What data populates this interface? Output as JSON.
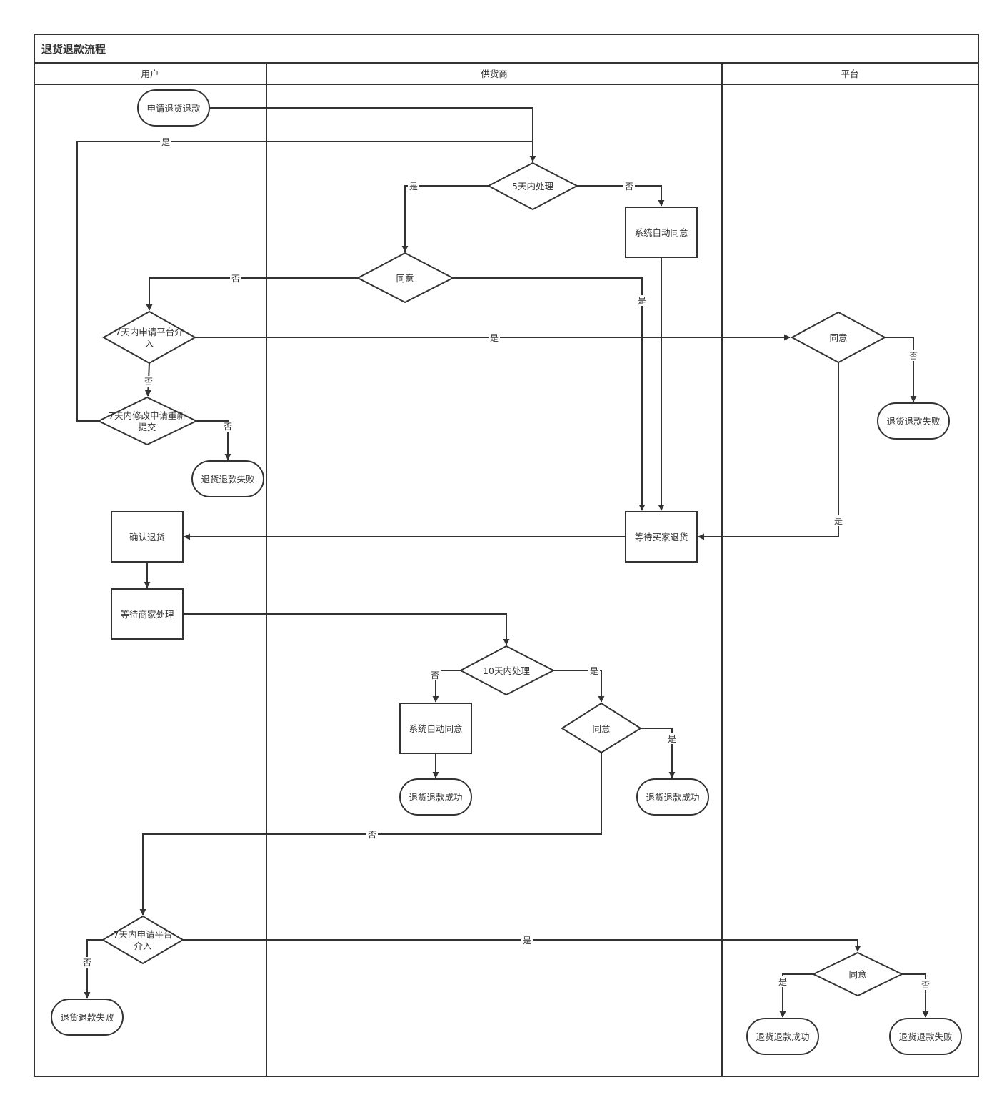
{
  "diagram": {
    "title": "退货退款流程",
    "lanes": [
      {
        "id": "user",
        "label": "用户"
      },
      {
        "id": "supplier",
        "label": "供货商"
      },
      {
        "id": "platform",
        "label": "平台"
      }
    ],
    "nodes": {
      "apply": {
        "type": "terminal",
        "lane": "user",
        "label": "申请退货退款"
      },
      "within5": {
        "type": "decision",
        "lane": "supplier",
        "label": "5天内处理"
      },
      "autoAgree1": {
        "type": "process",
        "lane": "supplier",
        "label": "系统自动同意"
      },
      "agree1": {
        "type": "decision",
        "lane": "supplier",
        "label": "同意"
      },
      "platform7a": {
        "type": "decision",
        "lane": "user",
        "label": [
          "7天内申请平台介",
          "入"
        ]
      },
      "resubmit7": {
        "type": "decision",
        "lane": "user",
        "label": [
          "7天内修改申请重新",
          "提交"
        ]
      },
      "fail1": {
        "type": "terminal",
        "lane": "user",
        "label": "退货退款失败"
      },
      "platAgree1": {
        "type": "decision",
        "lane": "platform",
        "label": "同意"
      },
      "fail2": {
        "type": "terminal",
        "lane": "platform",
        "label": "退货退款失败"
      },
      "waitBuyer": {
        "type": "process",
        "lane": "supplier",
        "label": "等待买家退货"
      },
      "confirmReturn": {
        "type": "process",
        "lane": "user",
        "label": "确认退货"
      },
      "waitMerchant": {
        "type": "process",
        "lane": "user",
        "label": "等待商家处理"
      },
      "within10": {
        "type": "decision",
        "lane": "supplier",
        "label": "10天内处理"
      },
      "autoAgree2": {
        "type": "process",
        "lane": "supplier",
        "label": "系统自动同意"
      },
      "success1": {
        "type": "terminal",
        "lane": "supplier",
        "label": "退货退款成功"
      },
      "agree2": {
        "type": "decision",
        "lane": "supplier",
        "label": "同意"
      },
      "success2": {
        "type": "terminal",
        "lane": "supplier",
        "label": "退货退款成功"
      },
      "platform7b": {
        "type": "decision",
        "lane": "user",
        "label": [
          "7天内申请平台",
          "介入"
        ]
      },
      "fail3": {
        "type": "terminal",
        "lane": "user",
        "label": "退货退款失败"
      },
      "platAgree2": {
        "type": "decision",
        "lane": "platform",
        "label": "同意"
      },
      "success3": {
        "type": "terminal",
        "lane": "platform",
        "label": "退货退款成功"
      },
      "fail4": {
        "type": "terminal",
        "lane": "platform",
        "label": "退货退款失败"
      }
    },
    "edges": [
      {
        "id": "e1",
        "from": "apply",
        "to": "within5",
        "label": ""
      },
      {
        "id": "e2",
        "from": "resubmit7",
        "to": "within5",
        "label": "是"
      },
      {
        "id": "e3",
        "from": "within5",
        "to": "agree1",
        "label": "是"
      },
      {
        "id": "e4",
        "from": "within5",
        "to": "autoAgree1",
        "label": "否"
      },
      {
        "id": "e5",
        "from": "agree1",
        "to": "platform7a",
        "label": "否"
      },
      {
        "id": "e6",
        "from": "agree1",
        "to": "waitBuyer",
        "label": "是"
      },
      {
        "id": "e7",
        "from": "autoAgree1",
        "to": "waitBuyer",
        "label": ""
      },
      {
        "id": "e8",
        "from": "platform7a",
        "to": "platAgree1",
        "label": "是"
      },
      {
        "id": "e9",
        "from": "platform7a",
        "to": "resubmit7",
        "label": "否"
      },
      {
        "id": "e10",
        "from": "resubmit7",
        "to": "fail1",
        "label": "否"
      },
      {
        "id": "e11",
        "from": "platAgree1",
        "to": "fail2",
        "label": "否"
      },
      {
        "id": "e12",
        "from": "platAgree1",
        "to": "waitBuyer",
        "label": "是"
      },
      {
        "id": "e13",
        "from": "waitBuyer",
        "to": "confirmReturn",
        "label": ""
      },
      {
        "id": "e14",
        "from": "confirmReturn",
        "to": "waitMerchant",
        "label": ""
      },
      {
        "id": "e15",
        "from": "waitMerchant",
        "to": "within10",
        "label": ""
      },
      {
        "id": "e16",
        "from": "within10",
        "to": "autoAgree2",
        "label": "否"
      },
      {
        "id": "e17",
        "from": "within10",
        "to": "agree2",
        "label": "是"
      },
      {
        "id": "e18",
        "from": "autoAgree2",
        "to": "success1",
        "label": ""
      },
      {
        "id": "e19",
        "from": "agree2",
        "to": "success2",
        "label": "是"
      },
      {
        "id": "e20",
        "from": "agree2",
        "to": "platform7b",
        "label": "否"
      },
      {
        "id": "e21",
        "from": "platform7b",
        "to": "fail3",
        "label": "否"
      },
      {
        "id": "e22",
        "from": "platform7b",
        "to": "platAgree2",
        "label": "是"
      },
      {
        "id": "e23",
        "from": "platAgree2",
        "to": "success3",
        "label": "是"
      },
      {
        "id": "e24",
        "from": "platAgree2",
        "to": "fail4",
        "label": "否"
      }
    ]
  }
}
